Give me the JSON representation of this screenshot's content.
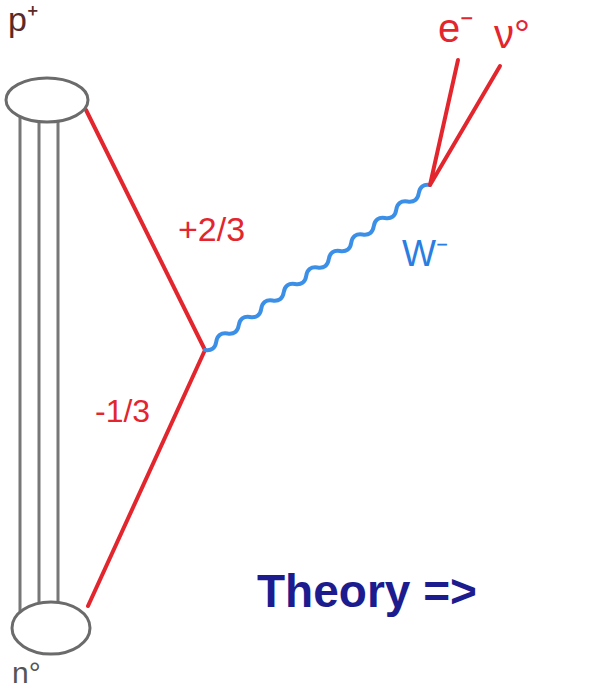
{
  "diagram": {
    "nodes": [
      {
        "text": [
          "p⁺"
        ]
      },
      {
        "text": [
          "n°"
        ]
      },
      {
        "text": [
          "Theory =>"
        ]
      }
    ],
    "edges": [
      {
        "from": 0,
        "to": 1,
        "arrow": "none"
      }
    ],
    "labels": [
      "e⁻",
      "ν°",
      "+2/3",
      "W⁻",
      "-1/3"
    ]
  }
}
